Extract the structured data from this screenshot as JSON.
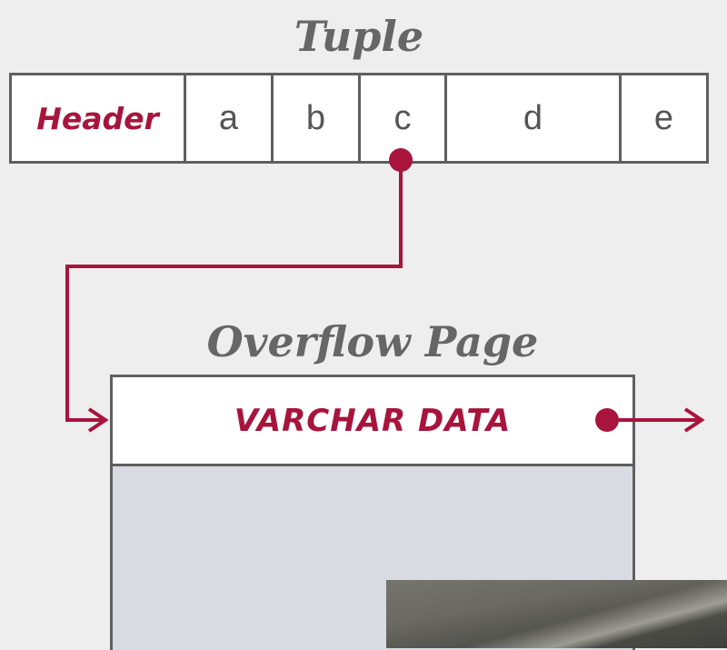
{
  "tuple": {
    "title": "Tuple",
    "cells": [
      {
        "label": "Header"
      },
      {
        "label": "a"
      },
      {
        "label": "b"
      },
      {
        "label": "c"
      },
      {
        "label": "d"
      },
      {
        "label": "e"
      }
    ]
  },
  "overflow_page": {
    "title": "Overflow Page",
    "header_label": "VARCHAR DATA"
  },
  "colors": {
    "accent": "#a8143c",
    "border": "#5f5f5f",
    "title": "#666666",
    "page_body": "#d8dbe1",
    "background": "#eeeeee"
  }
}
